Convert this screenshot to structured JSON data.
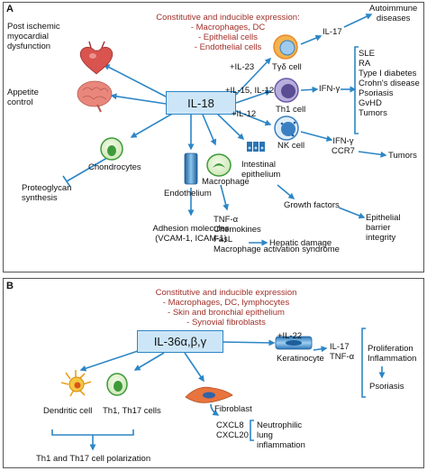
{
  "panel_a": {
    "label": "A",
    "expression": [
      "Constitutive and inducible expression:",
      "- Macrophages, DC",
      "- Epithelial cells",
      "- Endothelial cells"
    ],
    "hub": "IL-18",
    "post_ischemic": [
      "Post ischemic",
      "myocardial",
      "dysfunction"
    ],
    "appetite": [
      "Appetite",
      "control"
    ],
    "il23": "+IL-23",
    "il15_il12": "+IL-15, IL-12",
    "il12": "+IL-12",
    "tgd_cell": "Tγδ cell",
    "th1_cell": "Th1 cell",
    "nk_cell": "NK cell",
    "il17": "IL-17",
    "autoimmune": [
      "Autoimmune",
      "diseases"
    ],
    "ifn_g_th1": "IFN-γ",
    "diseases": [
      "SLE",
      "RA",
      "Type I diabetes",
      "Crohn's disease",
      "Psoriasis",
      "GvHD",
      "Tumors"
    ],
    "nk_products": [
      "IFN-γ",
      "CCR7"
    ],
    "tumors": "Tumors",
    "chondrocytes": "Chondrocytes",
    "proteoglycan": [
      "Proteoglycan",
      "synthesis"
    ],
    "endothelium": "Endothelium",
    "macrophage": "Macrophage",
    "intestinal": [
      "Intestinal",
      "epithelium"
    ],
    "growth_factors": "Growth factors",
    "epithelial_barrier": [
      "Epithelial",
      "barrier",
      "integrity"
    ],
    "adhesion": [
      "Adhesion molecules",
      "(VCAM-1, ICAM-1)"
    ],
    "macrophage_products": [
      "TNF-α",
      "Chemokines",
      "FasL",
      "Macrophage activation syndrome"
    ],
    "hepatic": "Hepatic damage"
  },
  "panel_b": {
    "label": "B",
    "expression": [
      "Constitutive and inducible expression",
      "- Macrophages, DC, lymphocytes",
      "- Skin and bronchial epithelium",
      "- Synovial fibroblasts"
    ],
    "hub": "IL-36α,β,γ",
    "il22": "+IL-22",
    "keratinocyte": "Keratinocyte",
    "kera_products": [
      "IL-17",
      "TNF-α"
    ],
    "outcomes": [
      "Proliferation",
      "Inflammation"
    ],
    "psoriasis": "Psoriasis",
    "dendritic": "Dendritic cell",
    "th_cells": "Th1, Th17 cells",
    "fibroblast": "Fibroblast",
    "chemokines": [
      "CXCL8",
      "CXCL20"
    ],
    "neutrophilic": [
      "Neutrophilic",
      "lung",
      "inflammation"
    ],
    "polarization": "Th1 and Th17 cell polarization"
  },
  "colors": {
    "arrow": "#2c86c6",
    "hub_fill": "#cde6f7",
    "expression_text": "#a0302a",
    "cell_green": "#3e9a3a",
    "nk_blue": "#3a7fc1",
    "th1_purple": "#6b5ba8",
    "tgd_orange": "#e98a2c",
    "heart_red": "#d9534f",
    "brain_pink": "#e9877c"
  }
}
